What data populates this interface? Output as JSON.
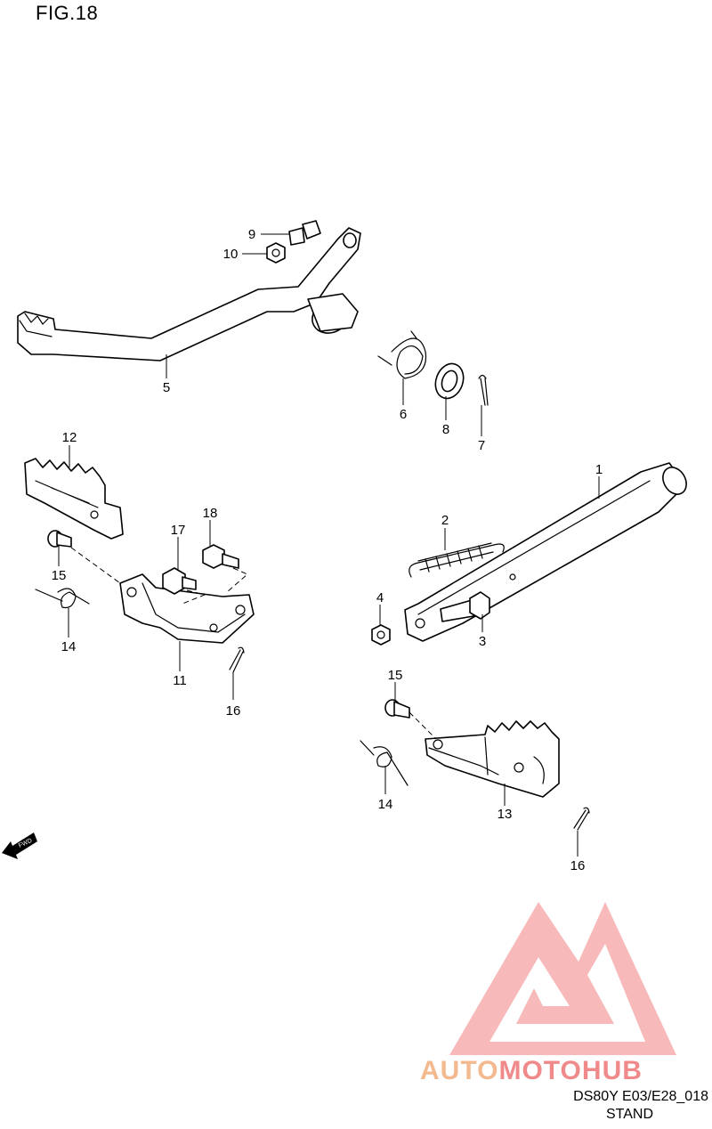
{
  "figure": {
    "title": "FIG.18"
  },
  "callouts": [
    {
      "id": "c1",
      "label": "1"
    },
    {
      "id": "c2",
      "label": "2"
    },
    {
      "id": "c3",
      "label": "3"
    },
    {
      "id": "c4",
      "label": "4"
    },
    {
      "id": "c5",
      "label": "5"
    },
    {
      "id": "c6",
      "label": "6"
    },
    {
      "id": "c7",
      "label": "7"
    },
    {
      "id": "c8",
      "label": "8"
    },
    {
      "id": "c9",
      "label": "9"
    },
    {
      "id": "c10",
      "label": "10"
    },
    {
      "id": "c11",
      "label": "11"
    },
    {
      "id": "c12",
      "label": "12"
    },
    {
      "id": "c13",
      "label": "13"
    },
    {
      "id": "c14a",
      "label": "14"
    },
    {
      "id": "c14b",
      "label": "14"
    },
    {
      "id": "c15a",
      "label": "15"
    },
    {
      "id": "c15b",
      "label": "15"
    },
    {
      "id": "c16a",
      "label": "16"
    },
    {
      "id": "c16b",
      "label": "16"
    },
    {
      "id": "c17",
      "label": "17"
    },
    {
      "id": "c18",
      "label": "18"
    }
  ],
  "fwd_arrow": {
    "label": "FWD"
  },
  "watermark": {
    "part1": "AUTO",
    "part2": "MOTO",
    "part3": "HUB",
    "colors": {
      "orange": "#f3b98f",
      "red": "#f08a8a"
    }
  },
  "footer": {
    "model_code": "DS80Y E03/E28_018",
    "section_name": "STAND"
  }
}
